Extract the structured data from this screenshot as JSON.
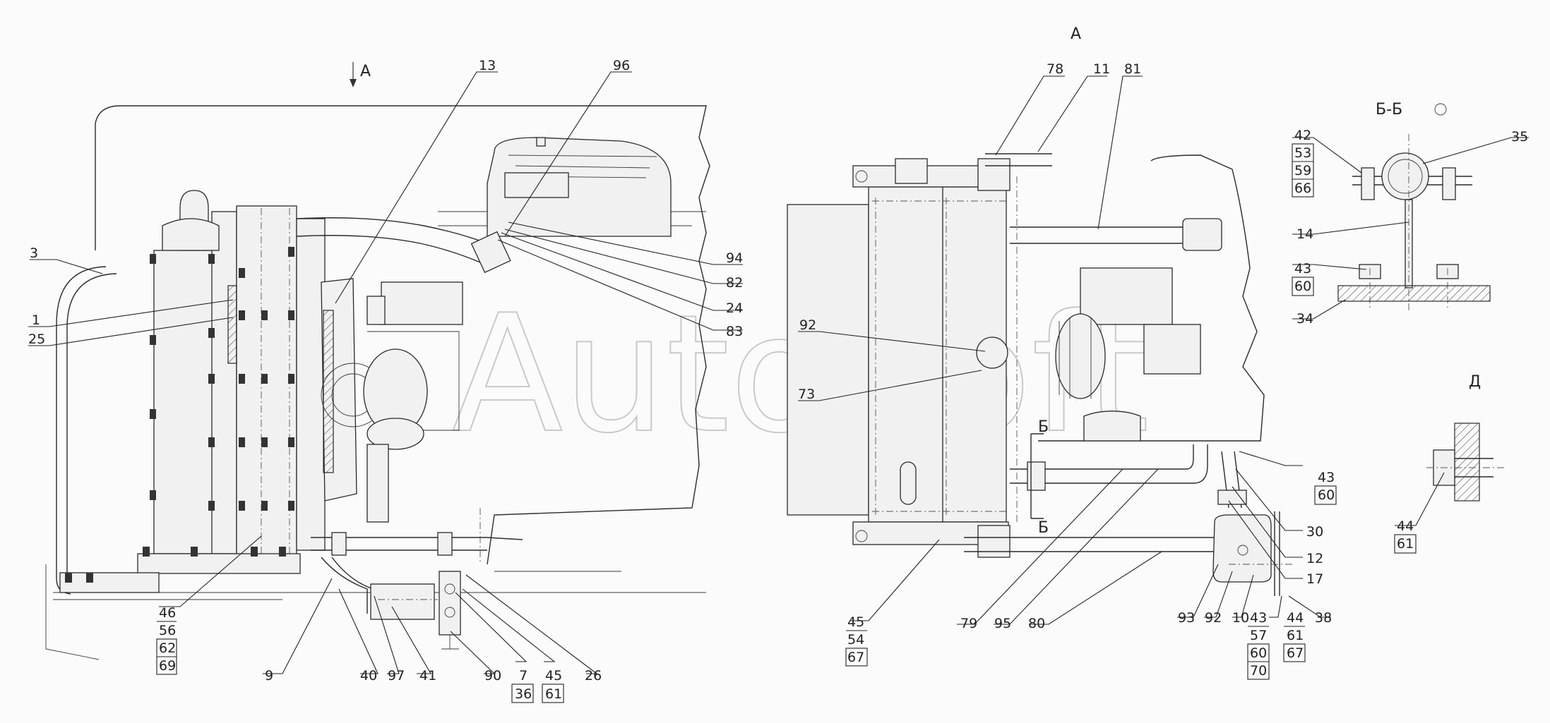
{
  "watermark": "AutoSoft",
  "views": {
    "view_a_arrow": "A",
    "view_a_title": "A",
    "section_bb": "Б-Б",
    "section_b_top": "Б",
    "section_b_bottom": "Б",
    "detail_d": "Д"
  },
  "left_view": {
    "callouts": [
      "13",
      "96",
      "3",
      "1",
      "25",
      "94",
      "82",
      "24",
      "83",
      "9",
      "40",
      "97",
      "41",
      "90",
      "26"
    ],
    "stack_46": [
      "46",
      "56",
      "62",
      "69"
    ],
    "stack_7": [
      "7",
      "36"
    ],
    "stack_45": [
      "45",
      "61"
    ]
  },
  "right_view": {
    "callouts": [
      "78",
      "11",
      "81",
      "92",
      "73",
      "79",
      "95",
      "80",
      "93",
      "92",
      "10",
      "30",
      "12",
      "17",
      "38"
    ],
    "stack_45": [
      "45",
      "54",
      "67"
    ],
    "stack_43a": [
      "43",
      "60"
    ],
    "stack_43b": [
      "43",
      "57",
      "60",
      "70"
    ],
    "stack_44": [
      "44",
      "61",
      "67"
    ]
  },
  "section_view": {
    "callouts": [
      "35",
      "14",
      "34"
    ],
    "stack_42": [
      "42",
      "53",
      "59",
      "66"
    ],
    "stack_43": [
      "43",
      "60"
    ]
  },
  "detail_view": {
    "stack_44": [
      "44",
      "61"
    ]
  }
}
